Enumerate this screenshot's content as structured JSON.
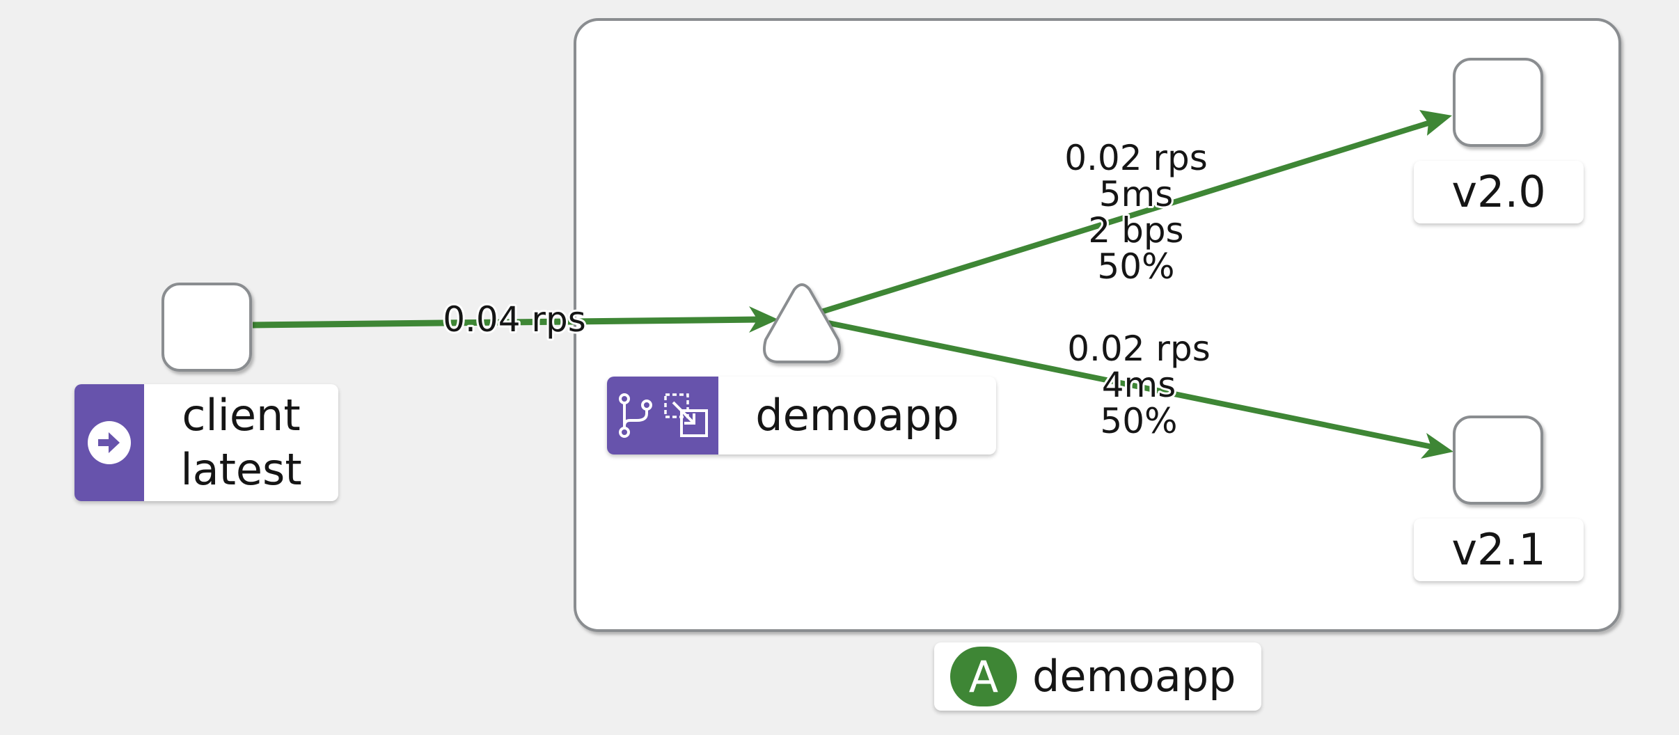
{
  "graph": {
    "app_box": {
      "badge_letter": "A",
      "label": "demoapp",
      "badge_color": "#3e8635"
    },
    "nodes": {
      "client": {
        "name": "client",
        "version": "latest",
        "icon": "arrow-circle-right-icon"
      },
      "service": {
        "name": "demoapp",
        "icons": [
          "code-branch-icon",
          "virtual-service-icon"
        ]
      },
      "v20": {
        "version": "v2.0"
      },
      "v21": {
        "version": "v2.1"
      }
    },
    "edges": {
      "client_to_service": {
        "line1": "0.04 rps"
      },
      "service_to_v20": {
        "line1": "0.02 rps",
        "line2": "5ms",
        "line3": "2 bps",
        "line4": "50%"
      },
      "service_to_v21": {
        "line1": "0.02 rps",
        "line2": "4ms",
        "line3": "50%"
      }
    },
    "colors": {
      "edge": "#3e8635",
      "tag_badge": "#6753ac",
      "node_border": "#8a8d90",
      "background": "#f0f0f0"
    }
  }
}
